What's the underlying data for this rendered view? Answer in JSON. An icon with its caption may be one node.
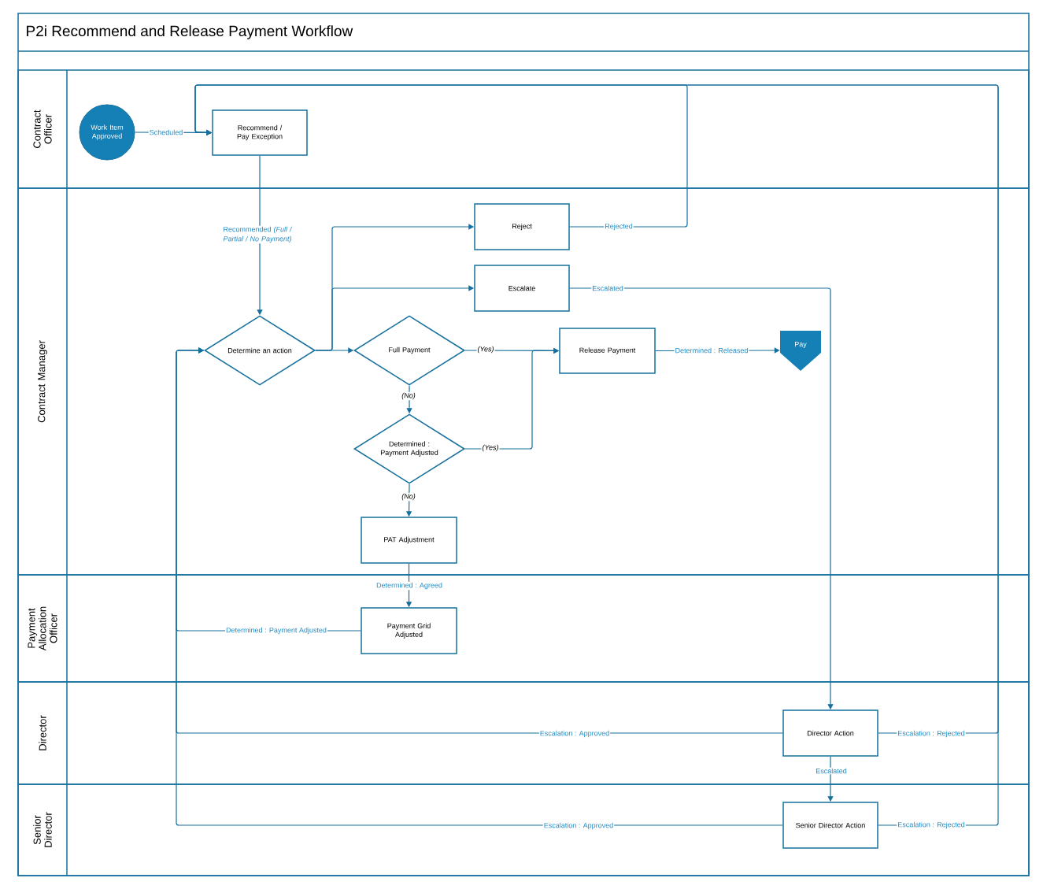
{
  "diagram": {
    "title": "P2i Recommend and Release Payment Workflow",
    "nodes": [
      {
        "text": [
          "Contract Officer"
        ]
      },
      {
        "text": [
          "Work Item Approved"
        ],
        "in": 0
      },
      {
        "text": [
          "Recommend / Pay Exception"
        ],
        "in": 0
      },
      {
        "text": [
          "Contract Manager"
        ]
      },
      {
        "text": [
          "Reject"
        ],
        "in": 3
      },
      {
        "text": [
          "Escalate"
        ],
        "in": 3
      },
      {
        "text": [
          "Determine an action"
        ],
        "in": 3
      },
      {
        "text": [
          "Full Payment"
        ],
        "in": 3
      },
      {
        "text": [
          "Release Payment"
        ],
        "in": 3
      },
      {
        "text": [
          "Pay"
        ],
        "in": 3
      },
      {
        "text": [
          "Determined : Payment Adjusted"
        ],
        "in": 3
      },
      {
        "text": [
          "PAT Adjustment"
        ],
        "in": 3
      },
      {
        "text": [
          "Payment Allocation Officer"
        ]
      },
      {
        "text": [
          "Payment Grid Adjusted"
        ],
        "in": 12
      },
      {
        "text": [
          "Director"
        ]
      },
      {
        "text": [
          "Director Action"
        ],
        "in": 14
      },
      {
        "text": [
          "Senior Director"
        ]
      },
      {
        "text": [
          "Senior Director Action"
        ],
        "in": 16
      }
    ],
    "edges": [
      {
        "from": 1,
        "to": 2,
        "arrow": "to",
        "label": "Scheduled"
      },
      {
        "from": 2,
        "to": 6,
        "arrow": "to",
        "label": "Recommended *(Full / Partial / No Payment)*"
      },
      {
        "from": 6,
        "to": 4,
        "arrow": "to"
      },
      {
        "from": 6,
        "to": 5,
        "arrow": "to"
      },
      {
        "from": 6,
        "to": 7,
        "arrow": "to"
      },
      {
        "from": 4,
        "to": 2,
        "arrow": "to",
        "label": "Rejected"
      },
      {
        "from": 5,
        "to": 15,
        "arrow": "to",
        "label": "Escalated"
      },
      {
        "from": 7,
        "to": 8,
        "arrow": "to",
        "label": "(Yes)"
      },
      {
        "from": 7,
        "to": 10,
        "arrow": "to",
        "label": "(No)"
      },
      {
        "from": 10,
        "to": 8,
        "arrow": "to",
        "label": "(Yes)"
      },
      {
        "from": 10,
        "to": 11,
        "arrow": "to",
        "label": "(No)"
      },
      {
        "from": 8,
        "to": 9,
        "arrow": "to",
        "label": "Determined : Released"
      },
      {
        "from": 11,
        "to": 13,
        "arrow": "to",
        "label": "Determined : Agreed"
      },
      {
        "from": 13,
        "to": 6,
        "arrow": "to",
        "label": "Determined : Payment Adjusted"
      },
      {
        "from": 15,
        "to": 6,
        "arrow": "to",
        "label": "Escalation : Approved"
      },
      {
        "from": 15,
        "to": 2,
        "arrow": "to",
        "label": "Escalation : Rejected"
      },
      {
        "from": 15,
        "to": 17,
        "arrow": "to",
        "label": "Escalated"
      },
      {
        "from": 17,
        "to": 6,
        "arrow": "to",
        "label": "Escalation : Approved"
      },
      {
        "from": 17,
        "to": 2,
        "arrow": "to",
        "label": "Escalation : Rejected"
      }
    ]
  }
}
